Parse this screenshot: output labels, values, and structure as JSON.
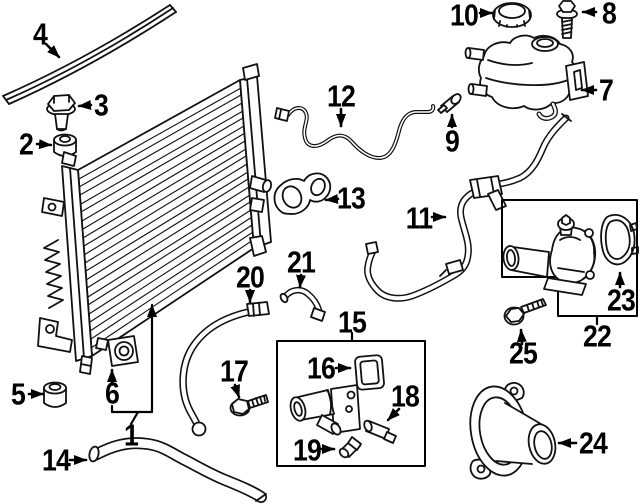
{
  "diagram": {
    "background_color": "#ffffff",
    "line_color": "#000000",
    "callouts": [
      "1",
      "2",
      "3",
      "4",
      "5",
      "6",
      "7",
      "8",
      "9",
      "10",
      "11",
      "12",
      "13",
      "14",
      "15",
      "16",
      "17",
      "18",
      "19",
      "20",
      "21",
      "22",
      "23",
      "24",
      "25"
    ]
  }
}
